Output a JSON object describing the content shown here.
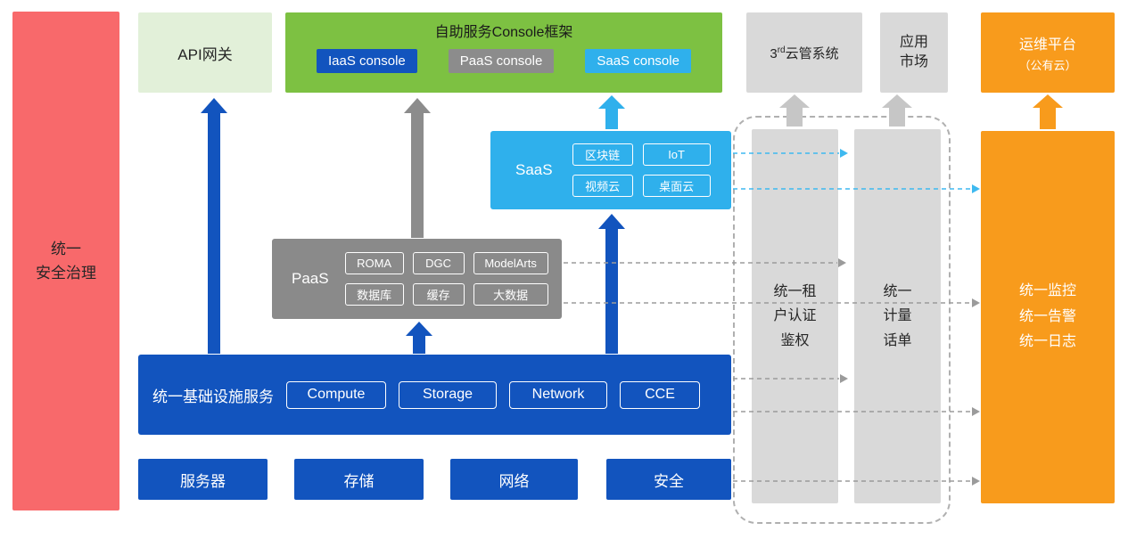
{
  "colors": {
    "red": "#F8696B",
    "light_green": "#E2F0D9",
    "green": "#7DC142",
    "blue": "#1254BE",
    "cyan": "#2FB0EC",
    "gray_panel": "#8A8A8A",
    "light_gray": "#D9D9D9",
    "orange": "#F89B1C"
  },
  "security": {
    "label": "统一\n安全治理"
  },
  "api_gateway": {
    "label": "API网关"
  },
  "console": {
    "title": "自助服务Console框架",
    "items": [
      "IaaS console",
      "PaaS console",
      "SaaS console"
    ]
  },
  "third_party": {
    "prefix": "3",
    "sup": "rd",
    "suffix": "云管系统"
  },
  "app_market": {
    "label": "应用\n市场"
  },
  "ops_platform": {
    "line1": "运维平台",
    "line2": "（公有云）"
  },
  "saas": {
    "label": "SaaS",
    "items": [
      "区块链",
      "IoT",
      "视频云",
      "桌面云"
    ]
  },
  "paas": {
    "label": "PaaS",
    "items": [
      "ROMA",
      "DGC",
      "ModelArts",
      "数据库",
      "缓存",
      "大数据"
    ]
  },
  "infra": {
    "label": "统一基础设施服务",
    "items": [
      "Compute",
      "Storage",
      "Network",
      "CCE"
    ]
  },
  "hardware": {
    "items": [
      "服务器",
      "存储",
      "网络",
      "安全"
    ]
  },
  "auth": {
    "label": "统一租\n户认证\n鉴权"
  },
  "metering": {
    "label": "统一\n计量\n话单"
  },
  "monitoring": {
    "label": "统一监控\n统一告警\n统一日志"
  }
}
